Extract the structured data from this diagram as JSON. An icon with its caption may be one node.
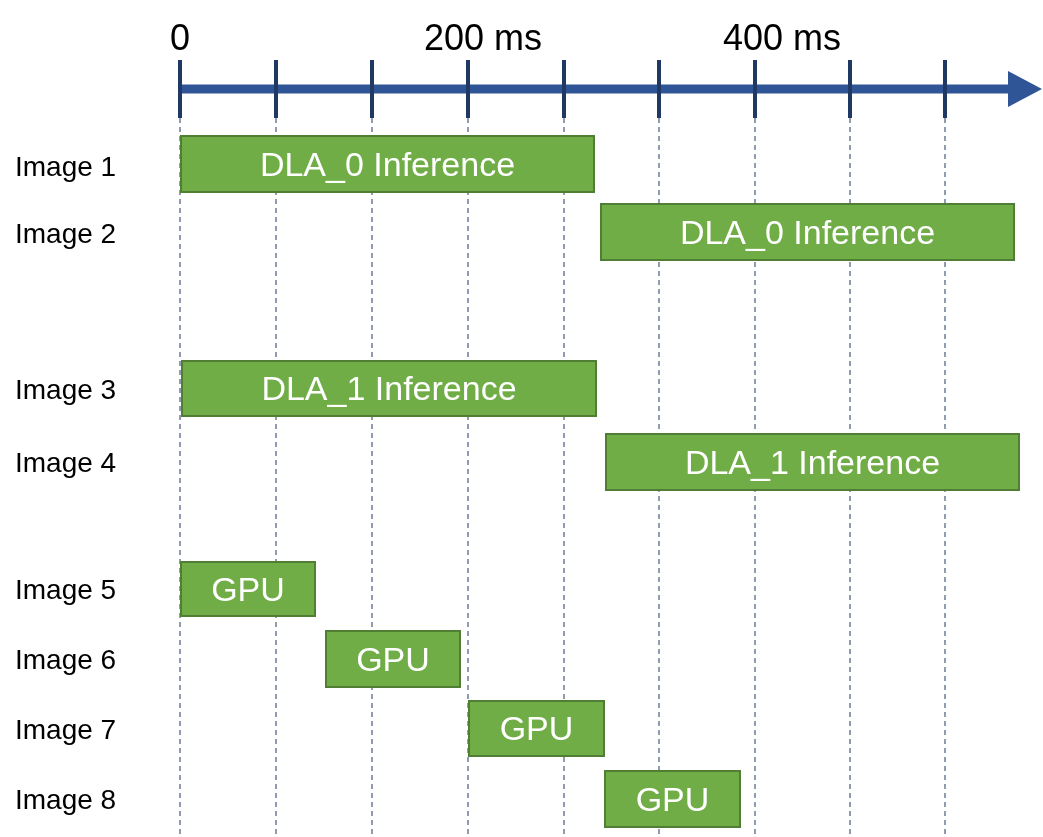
{
  "diagram": {
    "nodes": [
      {
        "text": [
          "DLA_0 Inference"
        ]
      },
      {
        "text": [
          "DLA_0 Inference"
        ]
      },
      {
        "text": [
          "DLA_1 Inference"
        ]
      },
      {
        "text": [
          "DLA_1 Inference"
        ]
      },
      {
        "text": [
          "GPU"
        ]
      },
      {
        "text": [
          "GPU"
        ]
      },
      {
        "text": [
          "GPU"
        ]
      },
      {
        "text": [
          "GPU"
        ]
      }
    ],
    "labels": [
      "0",
      "200 ms",
      "400 ms",
      "Image 1",
      "Image 2",
      "Image 3",
      "Image 4",
      "Image 5",
      "Image 6",
      "Image 7",
      "Image 8"
    ]
  }
}
